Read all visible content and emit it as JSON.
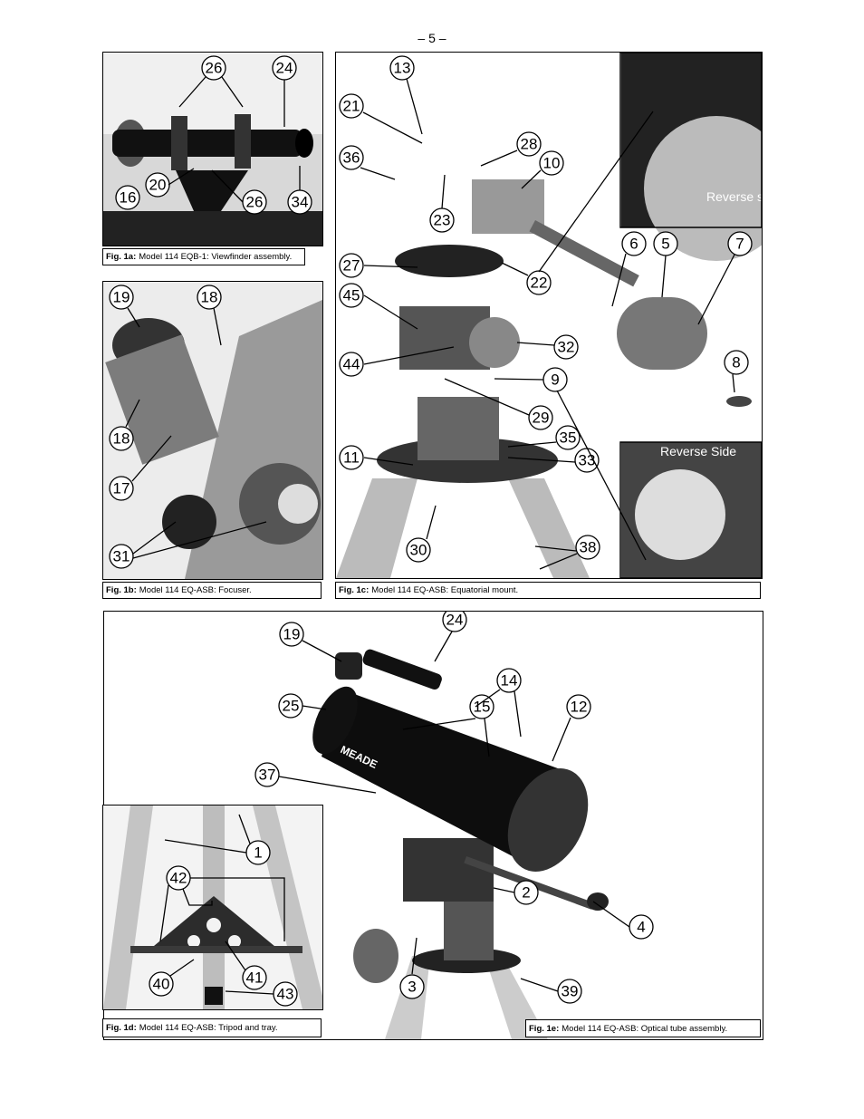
{
  "page_number": "– 5 –",
  "figures": {
    "fig1a": {
      "tag": "Fig. 1a:",
      "text": "Model 114 EQB-1: Viewfinder assembly.",
      "callouts": [
        "26",
        "24",
        "20",
        "16",
        "26",
        "34"
      ]
    },
    "fig1b": {
      "tag": "Fig. 1b:",
      "text": "Model 114 EQ-ASB: Focuser.",
      "callouts": [
        "19",
        "18",
        "18",
        "17",
        "31"
      ]
    },
    "fig1c": {
      "tag": "Fig. 1c:",
      "text": "Model 114 EQ-ASB: Equatorial mount.",
      "callouts": [
        "13",
        "21",
        "36",
        "28",
        "10",
        "23",
        "27",
        "22",
        "6",
        "5",
        "7",
        "45",
        "32",
        "44",
        "8",
        "9",
        "29",
        "11",
        "35",
        "33",
        "30",
        "38"
      ],
      "inset_top": "Reverse side",
      "inset_bottom": "Reverse Side"
    },
    "fig1d": {
      "tag": "Fig. 1d:",
      "text": "Model 114 EQ-ASB: Tripod and tray.",
      "callouts": [
        "1",
        "42",
        "40",
        "41",
        "43"
      ]
    },
    "fig1e": {
      "tag": "Fig. 1e:",
      "text": "Model 114 EQ-ASB: Optical tube assembly.",
      "callouts": [
        "19",
        "24",
        "25",
        "14",
        "15",
        "12",
        "37",
        "2",
        "4",
        "3",
        "39"
      ],
      "brand": "MEADE"
    }
  }
}
